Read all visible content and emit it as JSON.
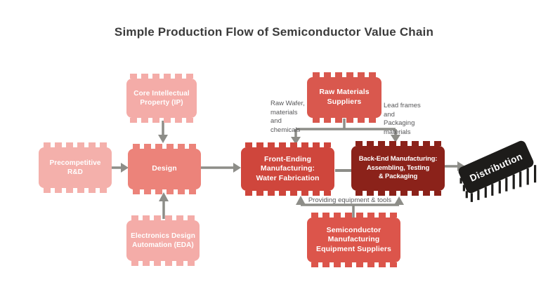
{
  "title": "Simple Production Flow of Semiconductor Value Chain",
  "nodes": {
    "precompetitive_rnd": {
      "label": "Precompetitive\nR&D"
    },
    "core_ip": {
      "label": "Core Intellectual\nProperty (IP)"
    },
    "design": {
      "label": "Design"
    },
    "eda": {
      "label": "Electronics Design\nAutomation (EDA)"
    },
    "raw_materials": {
      "label": "Raw Materials\nSuppliers"
    },
    "front_end": {
      "label": "Front-Ending\nManufacturing:\nWater Fabrication"
    },
    "back_end": {
      "label": "Back-End Manufacturing:\nAssembling, Testing\n& Packaging"
    },
    "equipment": {
      "label": "Semiconductor\nManufacturing\nEquipment Suppliers"
    },
    "distribution": {
      "label": "Distribution"
    }
  },
  "annotations": {
    "raw_left": "Raw Wafer,\nmaterials\nand\nchemicals",
    "raw_right": "Lead frames\nand\nPackaging\nmaterials",
    "providing": "Providing equipment & tools"
  },
  "edges": [
    "precompetitive_rnd -> design",
    "core_ip -> design",
    "eda -> design",
    "design -> front_end",
    "front_end -- back_end",
    "raw_materials -> front_end",
    "raw_materials -> back_end",
    "equipment -> front_end",
    "equipment -> back_end",
    "back_end -> distribution"
  ],
  "colors": {
    "light_pink": "#f4b0ab",
    "salmon": "#ec837a",
    "red": "#d9584e",
    "strong_red": "#cf463c",
    "dark_red": "#8b221a",
    "arrow_gray": "#8d8d88",
    "chip_black": "#1d1c1a",
    "title_text": "#3b3b3b",
    "annotation_text": "#58585a"
  }
}
